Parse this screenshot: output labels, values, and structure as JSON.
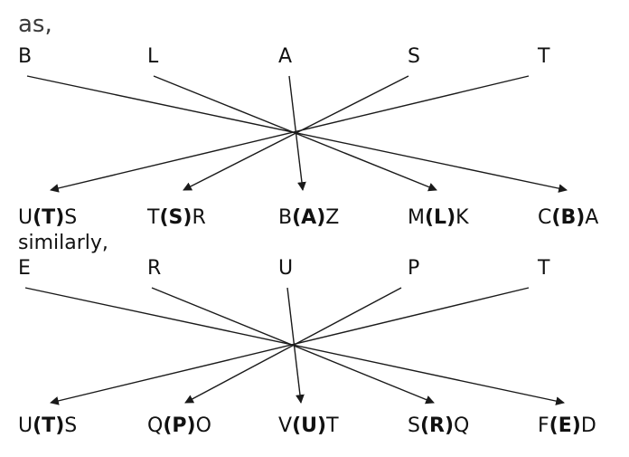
{
  "intro_text": "as,",
  "similarly_text": "similarly,",
  "diagram1": {
    "top_letters": [
      "B",
      "L",
      "A",
      "S",
      "T"
    ],
    "bottom_groups": [
      {
        "pre": "U",
        "open": "(",
        "key": "T",
        "close": ")",
        "post": "S"
      },
      {
        "pre": "T",
        "open": "(",
        "key": "S",
        "close": ")",
        "post": "R"
      },
      {
        "pre": "B",
        "open": "(",
        "key": "A",
        "close": ")",
        "post": "Z"
      },
      {
        "pre": "M",
        "open": "(",
        "key": "L",
        "close": ")",
        "post": "K"
      },
      {
        "pre": "C",
        "open": "(",
        "key": "B",
        "close": ")",
        "post": "A"
      }
    ],
    "connections": [
      {
        "from": 0,
        "to": 4
      },
      {
        "from": 1,
        "to": 3
      },
      {
        "from": 2,
        "to": 2
      },
      {
        "from": 3,
        "to": 1
      },
      {
        "from": 4,
        "to": 0
      }
    ]
  },
  "diagram2": {
    "top_letters": [
      "E",
      "R",
      "U",
      "P",
      "T"
    ],
    "bottom_groups": [
      {
        "pre": "U",
        "open": "(",
        "key": "T",
        "close": ")",
        "post": "S"
      },
      {
        "pre": "Q",
        "open": "(",
        "key": "P",
        "close": ")",
        "post": "O"
      },
      {
        "pre": "V",
        "open": "(",
        "key": "U",
        "close": ")",
        "post": "T"
      },
      {
        "pre": "S",
        "open": "(",
        "key": "R",
        "close": ")",
        "post": "Q"
      },
      {
        "pre": "F",
        "open": "(",
        "key": "E",
        "close": ")",
        "post": "D"
      }
    ],
    "connections": [
      {
        "from": 0,
        "to": 4
      },
      {
        "from": 1,
        "to": 3
      },
      {
        "from": 2,
        "to": 2
      },
      {
        "from": 3,
        "to": 1
      },
      {
        "from": 4,
        "to": 0
      }
    ]
  },
  "colors": {
    "text": "#111111",
    "intro": "#3a3a3a",
    "line": "#1a1a1a"
  }
}
